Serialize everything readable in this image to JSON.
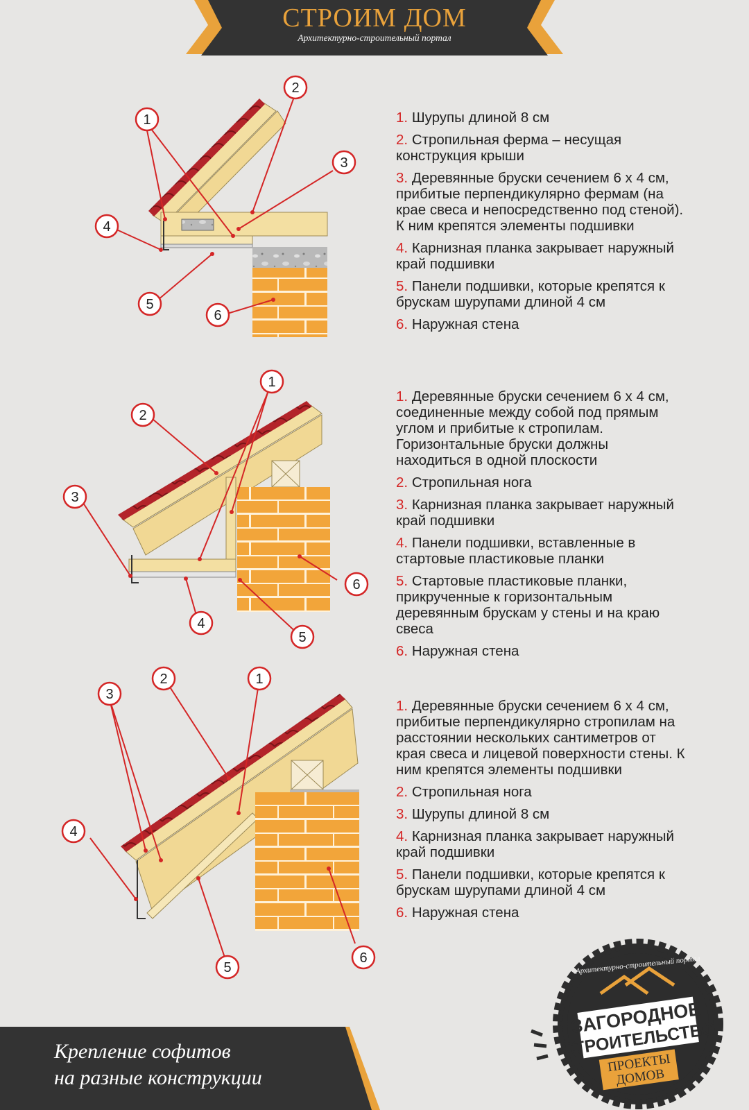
{
  "header": {
    "title": "СТРОИМ ДОМ",
    "subtitle": "Архитектурно-строительный портал"
  },
  "diagrams": [
    {
      "items": [
        {
          "num": "1.",
          "text": "Шурупы длиной 8 см"
        },
        {
          "num": "2.",
          "text": "Стропильная ферма – несущая конструкция крыши"
        },
        {
          "num": "3.",
          "text": "Деревянные бруски сечением 6 х 4 см, прибитые перпендикулярно фермам (на крае свеса и непосредственно под стеной). К ним крепятся элементы подшивки"
        },
        {
          "num": "4.",
          "text": "Карнизная планка закрывает наружный край подшивки"
        },
        {
          "num": "5.",
          "text": "Панели подшивки, которые крепятся к брускам шурупами длиной 4 см"
        },
        {
          "num": "6.",
          "text": "Наружная стена"
        }
      ]
    },
    {
      "items": [
        {
          "num": "1.",
          "text": "Деревянные бруски сечением 6 х 4 см, соединенные между собой под прямым углом и прибитые к стропилам. Горизонтальные бруски должны находиться в одной плоскости"
        },
        {
          "num": "2.",
          "text": "Стропильная нога"
        },
        {
          "num": "3.",
          "text": "Карнизная планка закрывает наружный край подшивки"
        },
        {
          "num": "4.",
          "text": "Панели подшивки, вставленные в стартовые пластиковые планки"
        },
        {
          "num": "5.",
          "text": "Стартовые пластиковые планки, прикрученные к горизонтальным деревянным брускам у стены и на краю свеса"
        },
        {
          "num": "6.",
          "text": "Наружная стена"
        }
      ]
    },
    {
      "items": [
        {
          "num": "1.",
          "text": "Деревянные бруски сечением 6 х 4 см, прибитые перпендикулярно стропилам на расстоянии нескольких сантиметров от края свеса и лицевой поверхности стены. К ним крепятся элементы подшивки"
        },
        {
          "num": "2.",
          "text": "Стропильная нога"
        },
        {
          "num": "3.",
          "text": "Шурупы длиной 8 см"
        },
        {
          "num": "4.",
          "text": "Карнизная планка закрывает наружный край подшивки"
        },
        {
          "num": "5.",
          "text": "Панели подшивки, которые крепятся к брускам шурупами длиной 4 см"
        },
        {
          "num": "6.",
          "text": "Наружная стена"
        }
      ]
    }
  ],
  "callouts": [
    "1",
    "2",
    "3",
    "4",
    "5",
    "6"
  ],
  "footer": {
    "line1": "Крепление софитов",
    "line2": "на разные конструкции"
  },
  "badge": {
    "arc_text": "Архитектурно-строительный портал",
    "line1": "ЗАГОРОДНОЕ",
    "line2": "СТРОИТЕЛЬСТВО",
    "line3": "ПРОЕКТЫ",
    "line4": "ДОМОВ"
  },
  "colors": {
    "background": "#e7e6e4",
    "dark": "#333333",
    "accent": "#e9a23b",
    "number_red": "#d42626",
    "brick": "#f2a53a",
    "wood": "#f3dfa2",
    "roof_red": "#b3242a"
  }
}
